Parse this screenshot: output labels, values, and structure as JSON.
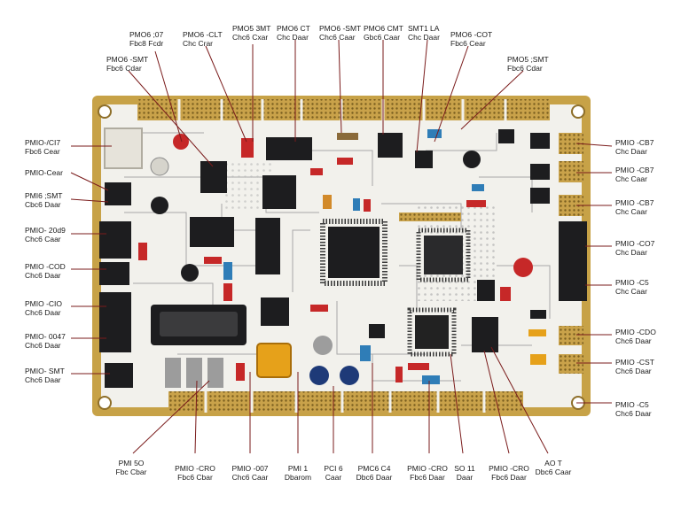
{
  "colors": {
    "pcb_white": "#f2f1ec",
    "gold_pad": "#c9a24a",
    "gold_frame": "#b9913a",
    "trace": "#9a9a9a",
    "chip_black": "#1d1d1f",
    "leader_red": "#8b1a1a"
  },
  "labels": {
    "top": [
      {
        "l1": "PMO6 ;07",
        "l2": "Fbc8 Fcdr"
      },
      {
        "l1": "PMO6 -CLT",
        "l2": "Chc Crar"
      },
      {
        "l1": "PMO5 3MT",
        "l2": "Chc6 Cxar"
      },
      {
        "l1": "PMO6 CT",
        "l2": "Chc Daar"
      },
      {
        "l1": "PMO6 -SMT",
        "l2": "Chc6 Caar"
      },
      {
        "l1": "PMO6 CMT",
        "l2": "Gbc6 Caar"
      },
      {
        "l1": "SMT1 LA",
        "l2": "Chc Daar"
      },
      {
        "l1": "PMO6 -COT",
        "l2": "Fbc6 Cear"
      },
      {
        "l1": "PMO5 ;SMT",
        "l2": "Fbc6 Cdar"
      },
      {
        "l1": "PMO6 -SMT",
        "l2": "Fbc6 Cdar"
      }
    ],
    "left": [
      {
        "l1": "PMIO-/CI7",
        "l2": "Fbc6 Cear"
      },
      {
        "l1": "PMIO-Cear",
        "l2": ""
      },
      {
        "l1": "PMI6 ;SMT",
        "l2": "Cbc6 Daar"
      },
      {
        "l1": "PMIO- 20d9",
        "l2": "Chc6 Caar"
      },
      {
        "l1": "PMIO -COD",
        "l2": "Chc6 Daar"
      },
      {
        "l1": "PMIO -CIO",
        "l2": "Chc6 Daar"
      },
      {
        "l1": "PMIO- 0047",
        "l2": "Chc6 Daar"
      },
      {
        "l1": "PMIO- SMT",
        "l2": "Chc6 Daar"
      }
    ],
    "right": [
      {
        "l1": "PMIO -CB7",
        "l2": "Chc Daar"
      },
      {
        "l1": "PMIO -CB7",
        "l2": "Chc Caar"
      },
      {
        "l1": "PMIO -CB7",
        "l2": "Chc Caar"
      },
      {
        "l1": "PMIO -CO7",
        "l2": "Chc Daar"
      },
      {
        "l1": "PMIO -C5",
        "l2": "Chc Caar"
      },
      {
        "l1": "PMIO -CDO",
        "l2": "Chc6 Daar"
      },
      {
        "l1": "PMIO -CST",
        "l2": "Chc6 Daar"
      },
      {
        "l1": "PMIO -C5",
        "l2": "Chc6 Daar"
      }
    ],
    "bottom": [
      {
        "l1": "PMI 5O",
        "l2": "Fbc Cbar"
      },
      {
        "l1": "PMIO -CRO",
        "l2": "Fbc6 Cbar"
      },
      {
        "l1": "PMIO -007",
        "l2": "Chc6 Caar"
      },
      {
        "l1": "PMI 1",
        "l2": "Dbarom"
      },
      {
        "l1": "PCI 6",
        "l2": "Caar"
      },
      {
        "l1": "PMC6 C4",
        "l2": "Dbc6 Daar"
      },
      {
        "l1": "PMIO -CRO",
        "l2": "Fbc6 Daar"
      },
      {
        "l1": "SO 11",
        "l2": "Daar"
      },
      {
        "l1": "PMIO -CRO",
        "l2": "Fbc6 Daar"
      },
      {
        "l1": "AO T",
        "l2": "Dbc6 Caar"
      }
    ]
  }
}
